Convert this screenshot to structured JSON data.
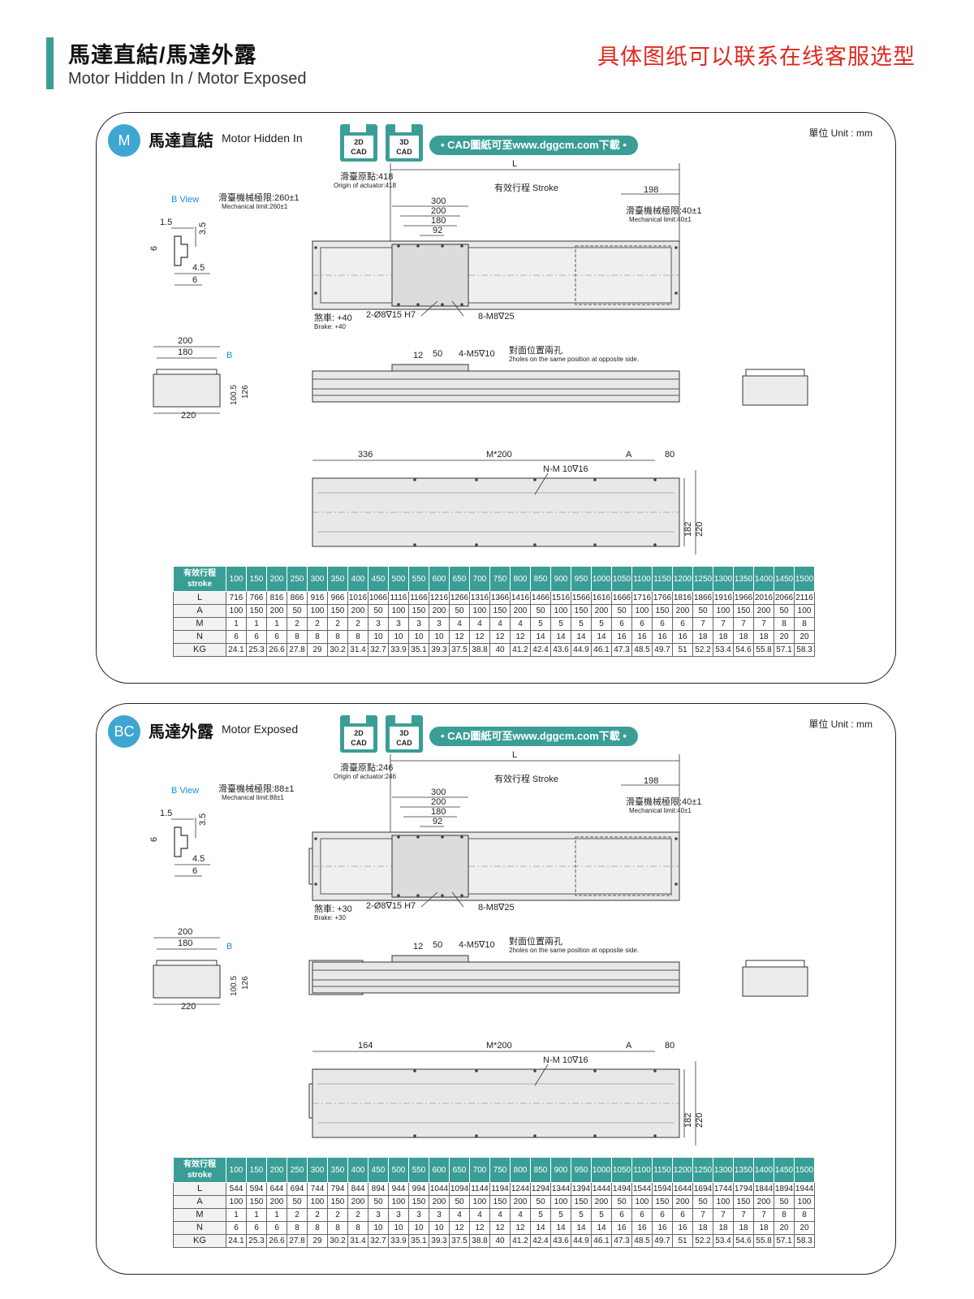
{
  "header": {
    "title": "馬達直結/馬達外露",
    "subtitle": "Motor Hidden In / Motor Exposed",
    "note": "具体图纸可以联系在线客服选型"
  },
  "panels": [
    {
      "badge": "M",
      "title": "馬達直結",
      "title_en": "Motor Hidden In",
      "cad2d": "2D\nCAD",
      "cad3d": "3D\nCAD",
      "cad_link": "• CAD圖紙可至www.dggcm.com下載 •",
      "unit": "單位 Unit : mm",
      "labels": {
        "b_view": "B  View",
        "origin": "滑臺原點:418",
        "origin_en": "Origin of actuator:418",
        "stroke": "有效行程  Stroke",
        "L": "L",
        "d198": "198",
        "mech_left": "滑臺機械極限:260±1",
        "mech_left_en": "Mechanical limit:260±1",
        "mech_right": "滑臺機械極限:40±1",
        "mech_right_en": "Mechanical limit:40±1",
        "d300": "300",
        "d200": "200",
        "d180": "180",
        "d92": "92",
        "brake": "煞車: +40",
        "brake_en": "Brake: +40",
        "pin_hole": "2-Ø8∇15 H7",
        "tap_hole": "8-M8∇25",
        "side_hole": "4-M5∇10",
        "d12": "12",
        "d50": "50",
        "opposite": "對面位置兩孔",
        "opposite_en": "2holes on the same position at opposite side.",
        "w200": "200",
        "w180": "180",
        "w220": "220",
        "B": "B",
        "h1005": "100.5",
        "h126": "126",
        "d336": "336",
        "m200": "M*200",
        "A": "A",
        "d80": "80",
        "n_hole": "N-M 10∇16",
        "h182": "182",
        "h220": "220",
        "bv15": "1.5",
        "bv35": "3.5",
        "bv6a": "6",
        "bv45": "4.5",
        "bv6b": "6"
      },
      "table": {
        "head_label": "有效行程\nstroke",
        "strokes": [
          "100",
          "150",
          "200",
          "250",
          "300",
          "350",
          "400",
          "450",
          "500",
          "550",
          "600",
          "650",
          "700",
          "750",
          "800",
          "850",
          "900",
          "950",
          "1000",
          "1050",
          "1100",
          "1150",
          "1200",
          "1250",
          "1300",
          "1350",
          "1400",
          "1450",
          "1500"
        ],
        "rows": [
          {
            "label": "L",
            "values": [
              "716",
              "766",
              "816",
              "866",
              "916",
              "966",
              "1016",
              "1066",
              "1116",
              "1166",
              "1216",
              "1266",
              "1316",
              "1366",
              "1416",
              "1466",
              "1516",
              "1566",
              "1616",
              "1666",
              "1716",
              "1766",
              "1816",
              "1866",
              "1916",
              "1966",
              "2016",
              "2066",
              "2116"
            ]
          },
          {
            "label": "A",
            "values": [
              "100",
              "150",
              "200",
              "50",
              "100",
              "150",
              "200",
              "50",
              "100",
              "150",
              "200",
              "50",
              "100",
              "150",
              "200",
              "50",
              "100",
              "150",
              "200",
              "50",
              "100",
              "150",
              "200",
              "50",
              "100",
              "150",
              "200",
              "50",
              "100"
            ]
          },
          {
            "label": "M",
            "values": [
              "1",
              "1",
              "1",
              "2",
              "2",
              "2",
              "2",
              "3",
              "3",
              "3",
              "3",
              "4",
              "4",
              "4",
              "4",
              "5",
              "5",
              "5",
              "5",
              "6",
              "6",
              "6",
              "6",
              "7",
              "7",
              "7",
              "7",
              "8",
              "8"
            ]
          },
          {
            "label": "N",
            "values": [
              "6",
              "6",
              "6",
              "8",
              "8",
              "8",
              "8",
              "10",
              "10",
              "10",
              "10",
              "12",
              "12",
              "12",
              "12",
              "14",
              "14",
              "14",
              "14",
              "16",
              "16",
              "16",
              "16",
              "18",
              "18",
              "18",
              "18",
              "20",
              "20"
            ]
          },
          {
            "label": "KG",
            "values": [
              "24.1",
              "25.3",
              "26.6",
              "27.8",
              "29",
              "30.2",
              "31.4",
              "32.7",
              "33.9",
              "35.1",
              "39.3",
              "37.5",
              "38.8",
              "40",
              "41.2",
              "42.4",
              "43.6",
              "44.9",
              "46.1",
              "47.3",
              "48.5",
              "49.7",
              "51",
              "52.2",
              "53.4",
              "54.6",
              "55.8",
              "57.1",
              "58.3"
            ]
          }
        ]
      }
    },
    {
      "badge": "BC",
      "title": "馬達外露",
      "title_en": "Motor Exposed",
      "cad2d": "2D\nCAD",
      "cad3d": "3D\nCAD",
      "cad_link": "• CAD圖紙可至www.dggcm.com下載 •",
      "unit": "單位 Unit : mm",
      "labels": {
        "b_view": "B  View",
        "origin": "滑臺原點:246",
        "origin_en": "Origin of actuator:246",
        "stroke": "有效行程  Stroke",
        "L": "L",
        "d198": "198",
        "mech_left": "滑臺機械極限:88±1",
        "mech_left_en": "Mechanical limit:88±1",
        "mech_right": "滑臺機械極限:40±1",
        "mech_right_en": "Mechanical limit:40±1",
        "d300": "300",
        "d200": "200",
        "d180": "180",
        "d92": "92",
        "brake": "煞車: +30",
        "brake_en": "Brake: +30",
        "pin_hole": "2-Ø8∇15 H7",
        "tap_hole": "8-M8∇25",
        "side_hole": "4-M5∇10",
        "d12": "12",
        "d50": "50",
        "opposite": "對面位置兩孔",
        "opposite_en": "2holes on the same position at opposite side.",
        "w200": "200",
        "w180": "180",
        "w220": "220",
        "B": "B",
        "h1005": "100.5",
        "h126": "126",
        "d336": "164",
        "m200": "M*200",
        "A": "A",
        "d80": "80",
        "n_hole": "N-M 10∇16",
        "h182": "182",
        "h220": "220",
        "bv15": "1.5",
        "bv35": "3.5",
        "bv6a": "6",
        "bv45": "4.5",
        "bv6b": "6"
      },
      "table": {
        "head_label": "有效行程\nstroke",
        "strokes": [
          "100",
          "150",
          "200",
          "250",
          "300",
          "350",
          "400",
          "450",
          "500",
          "550",
          "600",
          "650",
          "700",
          "750",
          "800",
          "850",
          "900",
          "950",
          "1000",
          "1050",
          "1100",
          "1150",
          "1200",
          "1250",
          "1300",
          "1350",
          "1400",
          "1450",
          "1500"
        ],
        "rows": [
          {
            "label": "L",
            "values": [
              "544",
              "594",
              "644",
              "694",
              "744",
              "794",
              "844",
              "894",
              "944",
              "994",
              "1044",
              "1094",
              "1144",
              "1194",
              "1244",
              "1294",
              "1344",
              "1394",
              "1444",
              "1494",
              "1544",
              "1594",
              "1644",
              "1694",
              "1744",
              "1794",
              "1844",
              "1894",
              "1944"
            ]
          },
          {
            "label": "A",
            "values": [
              "100",
              "150",
              "200",
              "50",
              "100",
              "150",
              "200",
              "50",
              "100",
              "150",
              "200",
              "50",
              "100",
              "150",
              "200",
              "50",
              "100",
              "150",
              "200",
              "50",
              "100",
              "150",
              "200",
              "50",
              "100",
              "150",
              "200",
              "50",
              "100"
            ]
          },
          {
            "label": "M",
            "values": [
              "1",
              "1",
              "1",
              "2",
              "2",
              "2",
              "2",
              "3",
              "3",
              "3",
              "3",
              "4",
              "4",
              "4",
              "4",
              "5",
              "5",
              "5",
              "5",
              "6",
              "6",
              "6",
              "6",
              "7",
              "7",
              "7",
              "7",
              "8",
              "8"
            ]
          },
          {
            "label": "N",
            "values": [
              "6",
              "6",
              "6",
              "8",
              "8",
              "8",
              "8",
              "10",
              "10",
              "10",
              "10",
              "12",
              "12",
              "12",
              "12",
              "14",
              "14",
              "14",
              "14",
              "16",
              "16",
              "16",
              "16",
              "18",
              "18",
              "18",
              "18",
              "20",
              "20"
            ]
          },
          {
            "label": "KG",
            "values": [
              "24.1",
              "25.3",
              "26.6",
              "27.8",
              "29",
              "30.2",
              "31.4",
              "32.7",
              "33.9",
              "35.1",
              "39.3",
              "37.5",
              "38.8",
              "40",
              "41.2",
              "42.4",
              "43.6",
              "44.9",
              "46.1",
              "47.3",
              "48.5",
              "49.7",
              "51",
              "52.2",
              "53.4",
              "54.6",
              "55.8",
              "57.1",
              "58.3"
            ]
          }
        ]
      }
    }
  ],
  "colors": {
    "accent": "#3a9e96",
    "badge": "#3ea6d0",
    "red": "#e0281f",
    "blue_label": "#1a8fd0",
    "body_fill": "#e8e8e8"
  }
}
